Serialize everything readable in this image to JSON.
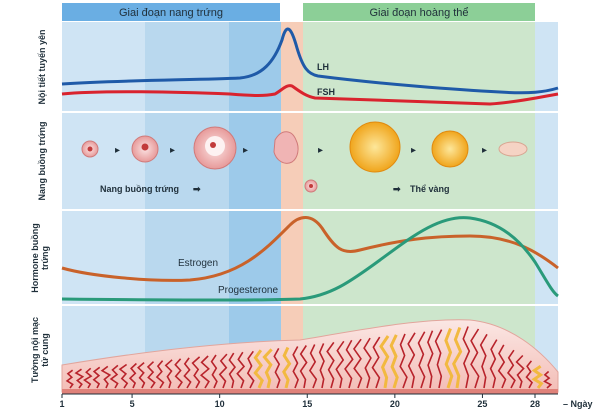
{
  "phases": {
    "follicular": "Giai đoạn nang trứng",
    "luteal": "Giai đoạn hoàng thể"
  },
  "rows": {
    "pituitary": "Nội tiết tuyến yên",
    "ovary": "Nang buồng trứng",
    "hormones": "Hormone buồng trứng",
    "endometrium": "Tường nội mạc tử cung"
  },
  "curve_labels": {
    "lh": "LH",
    "fsh": "FSH",
    "estrogen": "Estrogen",
    "progesterone": "Progesterone"
  },
  "stage_labels": {
    "follicle": "Nang buồng trứng",
    "corpus_luteum": "Thể vàng"
  },
  "axis": {
    "ticks": [
      "1",
      "5",
      "10",
      "15",
      "20",
      "25",
      "28"
    ],
    "unit": "Ngày"
  },
  "colors": {
    "lh": "#1f5aa8",
    "fsh": "#d9232e",
    "estrogen": "#c9622a",
    "progesterone": "#2a9a7a",
    "follicular_band": "#6aaee3",
    "luteal_band": "#7cc98a"
  }
}
